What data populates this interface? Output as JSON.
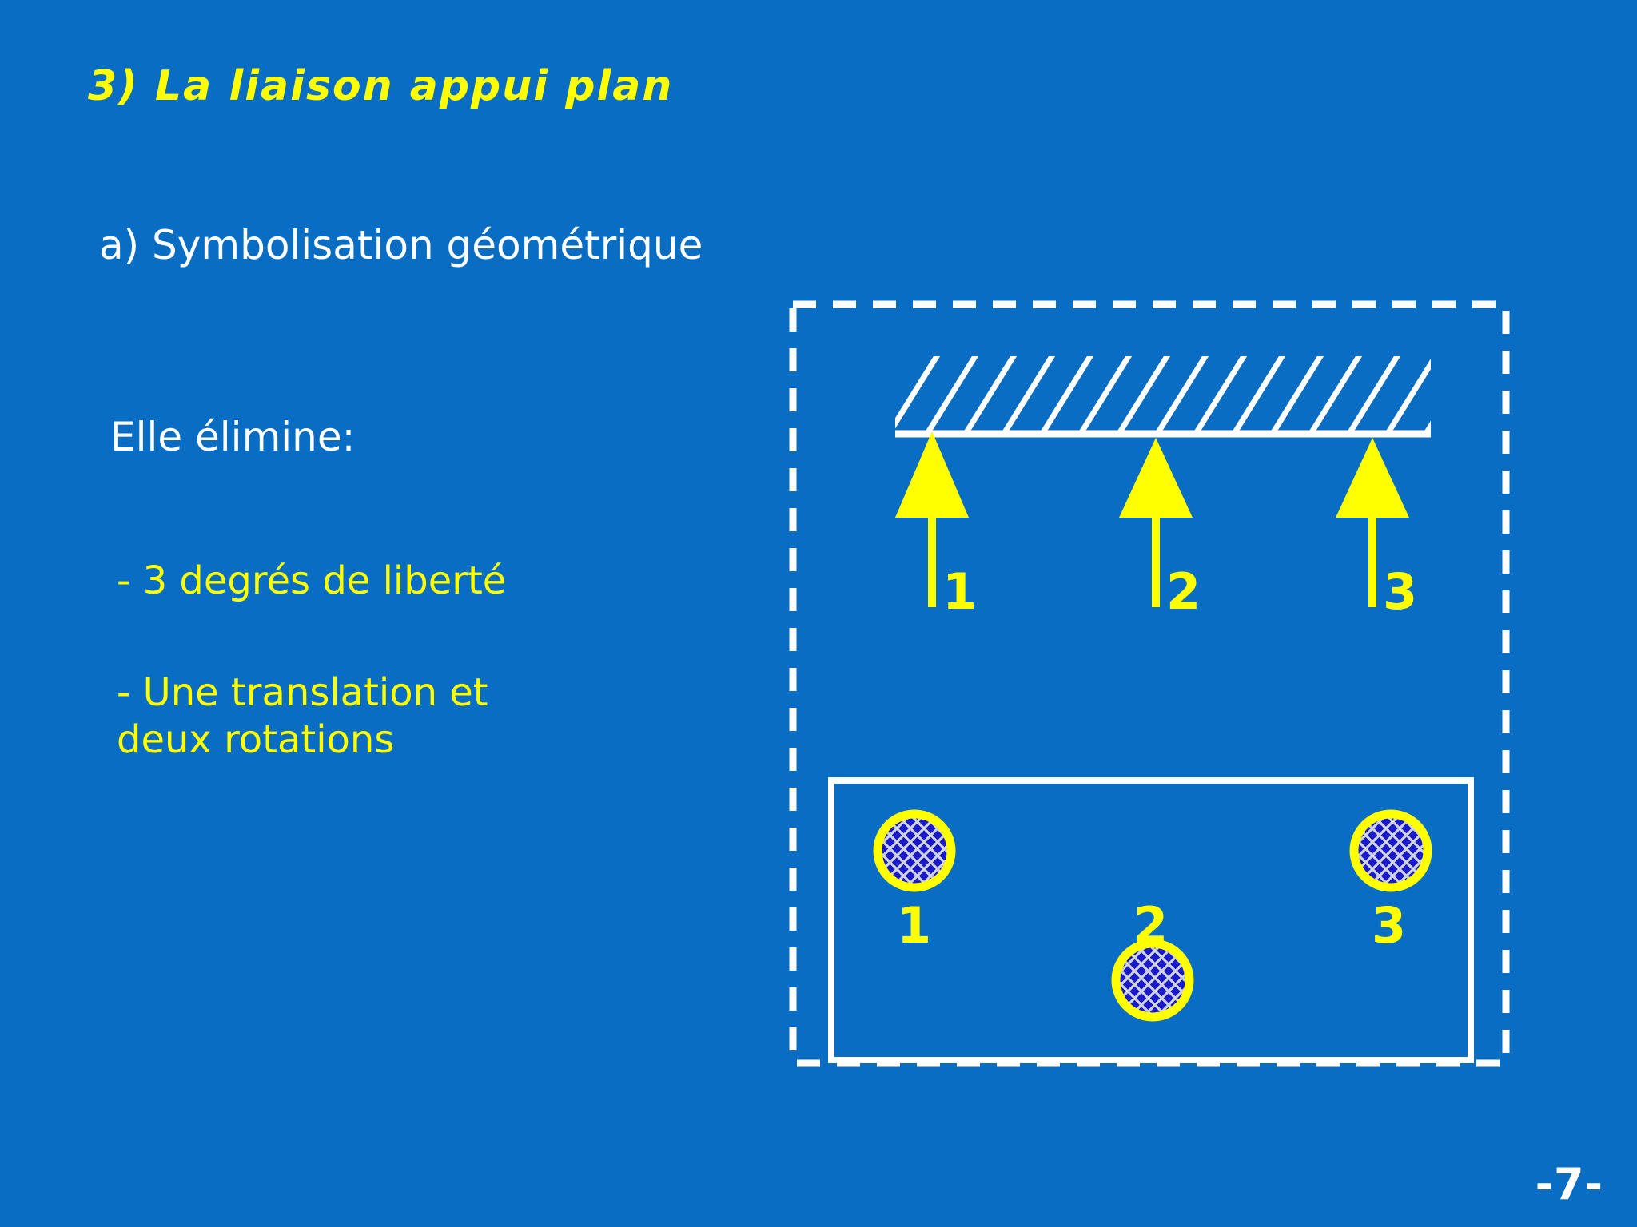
{
  "slide": {
    "background_color": "#0a6dc4",
    "accent_yellow": "#ffff00",
    "white": "#ffffff",
    "hatch_fill_blue": "#1a1acc",
    "page_number": "-7-"
  },
  "title": "3) La liaison appui plan",
  "subtitle": "a) Symbolisation géométrique",
  "body": {
    "lead": "Elle élimine:",
    "bullets": [
      "- 3 degrés de liberté",
      "- Une translation et\ndeux rotations"
    ]
  },
  "diagram": {
    "frame_style": "dashed-white-rectangle",
    "upper": {
      "description": "hatched ground surface with three upward arrows",
      "arrow_labels": [
        "1",
        "2",
        "3"
      ]
    },
    "lower": {
      "description": "white rectangle plate with three hatched contact pads",
      "pad_labels": [
        "1",
        "2",
        "3"
      ]
    }
  }
}
